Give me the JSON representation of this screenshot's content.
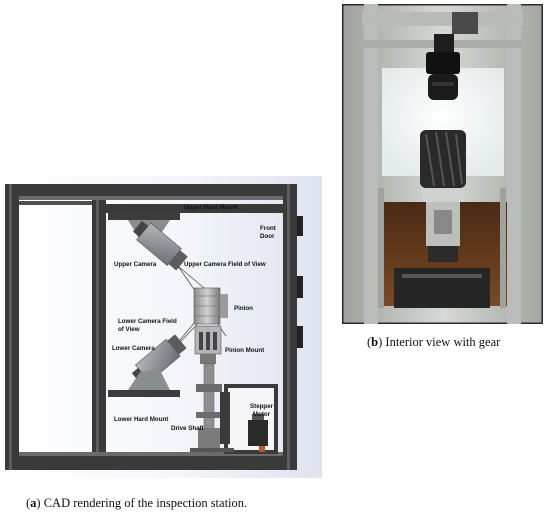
{
  "figure_a": {
    "caption_tag": "a",
    "caption_text": "CAD rendering of the inspection station.",
    "labels": {
      "upper_hard_mount": "Upper Hard Mount",
      "front_door": "Front\nDoor",
      "upper_camera": "Upper Camera",
      "upper_camera_fov": "Upper Camera Field of View",
      "pinion": "Pinion",
      "lower_camera_fov": "Lower Camera Field\nof View",
      "lower_camera": "Lower Camera",
      "pinion_mount": "Pinion Mount",
      "stepper_motor": "Stepper\nMotor",
      "lower_hard_mount": "Lower Hard Mount",
      "drive_shaft": "Drive Shaft"
    }
  },
  "figure_b": {
    "caption_tag": "b",
    "caption_text": "Interior view with gear"
  },
  "colors": {
    "frame": "#3a3a3a",
    "frame_inner": "#6a6a6a",
    "cad_background": "#e6e9f2",
    "camera": "#8e8e96",
    "photo_wall": "#c9ccc7",
    "photo_light": "#f1f4f4",
    "photo_wood": "#6a3d1f"
  }
}
